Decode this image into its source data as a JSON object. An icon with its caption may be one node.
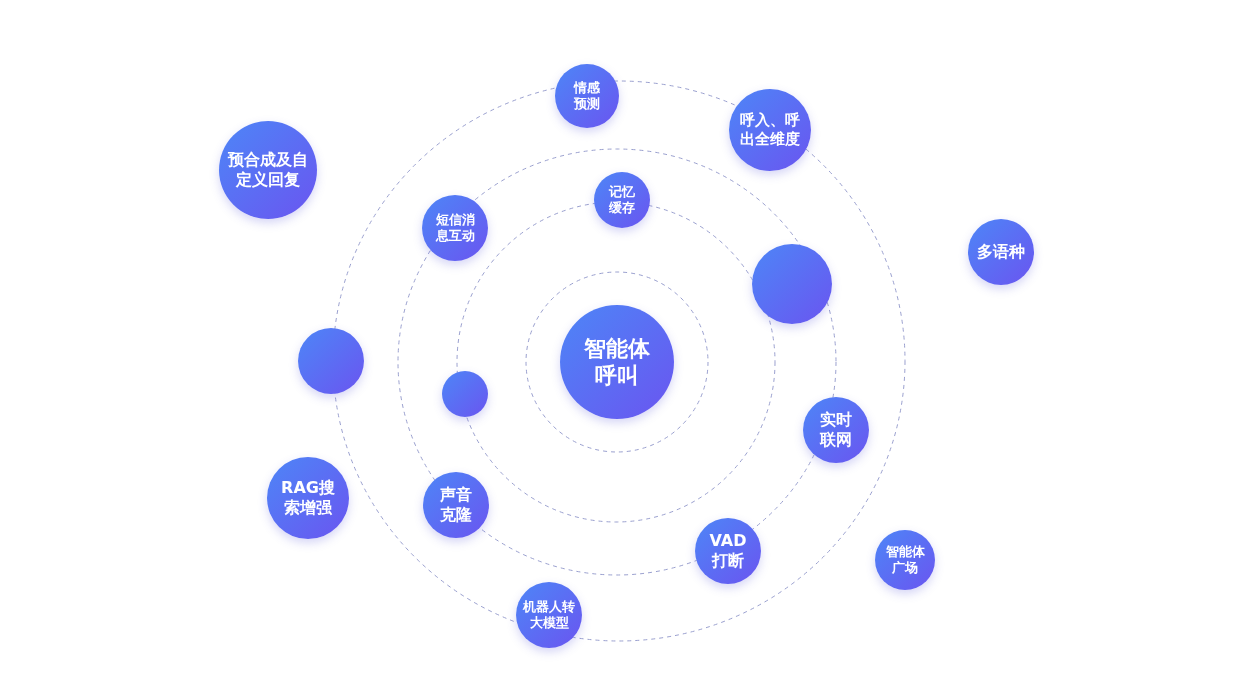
{
  "diagram": {
    "nodes": [
      {
        "text": [
          "情感预测"
        ]
      },
      {
        "text": [
          "呼入、呼出全维度"
        ]
      },
      {
        "text": [
          "预合成及自定义回复"
        ]
      },
      {
        "text": [
          "记忆缓存"
        ]
      },
      {
        "text": [
          "短信消息互动"
        ]
      },
      {
        "text": [
          "多语种"
        ]
      },
      {
        "text": [],
        "shape": "circle"
      },
      {
        "text": [
          "智能体呼叫"
        ]
      },
      {
        "text": [],
        "shape": "circle"
      },
      {
        "text": [],
        "shape": "circle"
      },
      {
        "text": [
          "实时联网"
        ]
      },
      {
        "text": [
          "RAG搜索增强"
        ]
      },
      {
        "text": [
          "声音克隆"
        ]
      },
      {
        "text": [
          "VAD打断"
        ]
      },
      {
        "text": [
          "智能体广场"
        ]
      },
      {
        "text": [
          "机器人转大模型"
        ]
      }
    ]
  }
}
